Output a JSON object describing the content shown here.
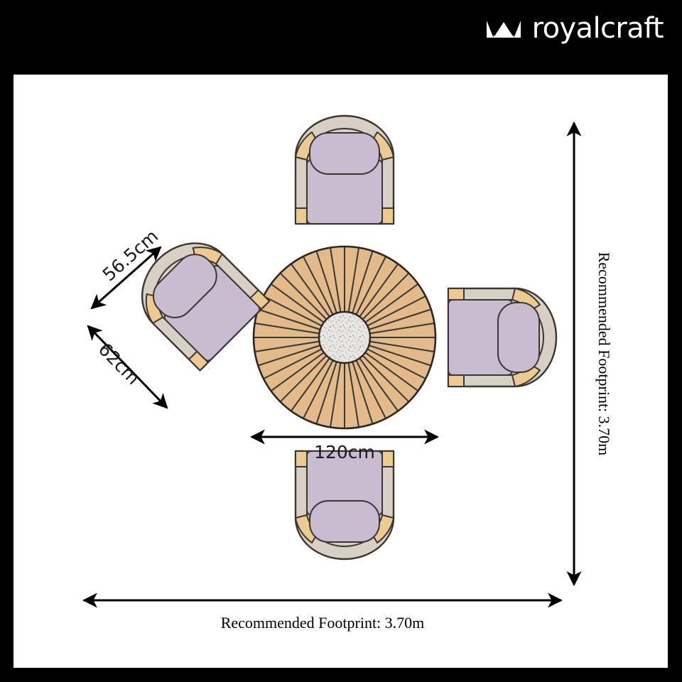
{
  "brand": {
    "name": "royalcraft",
    "mark": "crown-icon",
    "bar_color": "#000000",
    "text_color": "#ffffff"
  },
  "diagram": {
    "type": "furniture-layout-plan",
    "background": "#ffffff",
    "set_description": "Round dining table with four armchairs, top-down plan view",
    "table": {
      "name": "round-slatted-dining-table",
      "shape": "circle",
      "diameter_label": "120cm",
      "slat_count": 40,
      "slat_color": "#e3ba8a",
      "slat_line_color": "#3a3631",
      "center_inlay": "granite-speckled-disc",
      "center_color": "#e6e4e2",
      "outline_color": "#2b2722"
    },
    "chairs": [
      {
        "name": "chair-top",
        "position": "north",
        "rotation_deg": 0
      },
      {
        "name": "chair-right",
        "position": "east",
        "rotation_deg": 90
      },
      {
        "name": "chair-bottom",
        "position": "south",
        "rotation_deg": 180
      },
      {
        "name": "chair-left",
        "position": "west",
        "rotation_deg": -45
      }
    ],
    "chair_style": {
      "frame_color": "#d8d0c5",
      "wood_accent_color": "#ecca90",
      "cushion_color": "#c8bcd1",
      "outline_color": "#3a3631"
    },
    "dimensions": {
      "table_width": {
        "label": "120cm",
        "orientation": "horizontal",
        "arrow": "double"
      },
      "chair_depth": {
        "label": "56.5cm",
        "orientation": "diagonal-up-right",
        "arrow": "double"
      },
      "chair_width": {
        "label": "62cm",
        "orientation": "diagonal-down-right",
        "arrow": "double"
      },
      "footprint_width": {
        "label": "Recommended Footprint: 3.70m",
        "orientation": "horizontal",
        "arrow": "double"
      },
      "footprint_height": {
        "label": "Recommended Footprint: 3.70m",
        "orientation": "vertical",
        "arrow": "double"
      }
    },
    "colors": {
      "ink": "#000000",
      "wood": "#e3ba8a",
      "cushion": "#c8bcd1",
      "frame": "#d8d0c5",
      "accent_wood": "#ecca90",
      "stone": "#e6e4e2"
    }
  }
}
